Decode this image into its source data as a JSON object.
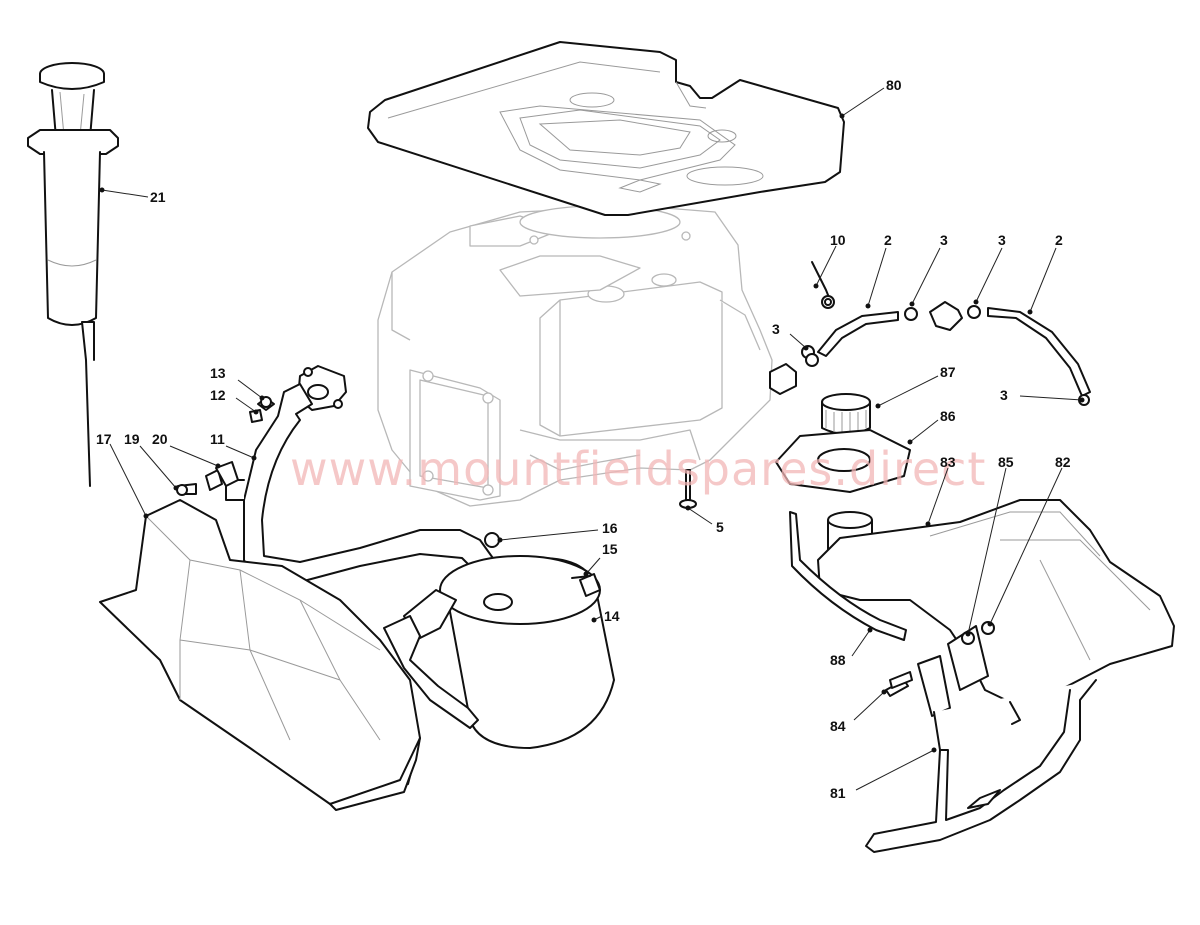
{
  "watermark": "www.mountfieldspares.direct",
  "colors": {
    "line": "#111111",
    "engine_line": "#b8b8b8",
    "watermark": "#f2b6b6",
    "background": "#ffffff"
  },
  "callouts": [
    {
      "id": "80",
      "label": "80"
    },
    {
      "id": "21",
      "label": "21"
    },
    {
      "id": "10",
      "label": "10"
    },
    {
      "id": "2a",
      "label": "2"
    },
    {
      "id": "3a",
      "label": "3"
    },
    {
      "id": "3b",
      "label": "3"
    },
    {
      "id": "2b",
      "label": "2"
    },
    {
      "id": "3c",
      "label": "3"
    },
    {
      "id": "87",
      "label": "87"
    },
    {
      "id": "3d",
      "label": "3"
    },
    {
      "id": "86",
      "label": "86"
    },
    {
      "id": "13",
      "label": "13"
    },
    {
      "id": "12",
      "label": "12"
    },
    {
      "id": "17",
      "label": "17"
    },
    {
      "id": "19",
      "label": "19"
    },
    {
      "id": "20",
      "label": "20"
    },
    {
      "id": "11",
      "label": "11"
    },
    {
      "id": "83",
      "label": "83"
    },
    {
      "id": "85",
      "label": "85"
    },
    {
      "id": "82",
      "label": "82"
    },
    {
      "id": "5",
      "label": "5"
    },
    {
      "id": "16",
      "label": "16"
    },
    {
      "id": "15",
      "label": "15"
    },
    {
      "id": "14",
      "label": "14"
    },
    {
      "id": "88",
      "label": "88"
    },
    {
      "id": "84",
      "label": "84"
    },
    {
      "id": "81",
      "label": "81"
    }
  ]
}
